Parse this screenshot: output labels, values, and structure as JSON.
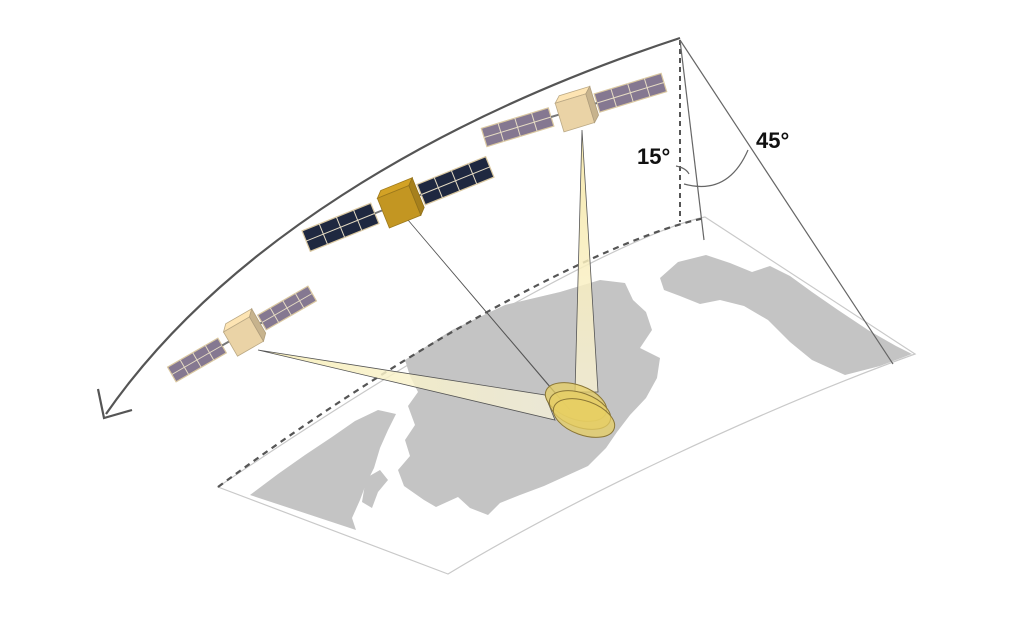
{
  "diagram": {
    "angles": {
      "small": "15°",
      "large": "45°"
    },
    "satellites": [
      {
        "role": "off-nadir-satellite",
        "panel": "#857891",
        "body": "#ead3a6"
      },
      {
        "role": "active-satellite",
        "panel": "#1f2840",
        "body": "#c39622"
      },
      {
        "role": "overhead-satellite",
        "panel": "#857891",
        "body": "#ead3a6"
      }
    ],
    "colors": {
      "land": "#c4c4c4",
      "beam": "#f4e7a6",
      "footprint": "#e7cf63",
      "orbit": "#555555",
      "guide": "#666666"
    }
  }
}
